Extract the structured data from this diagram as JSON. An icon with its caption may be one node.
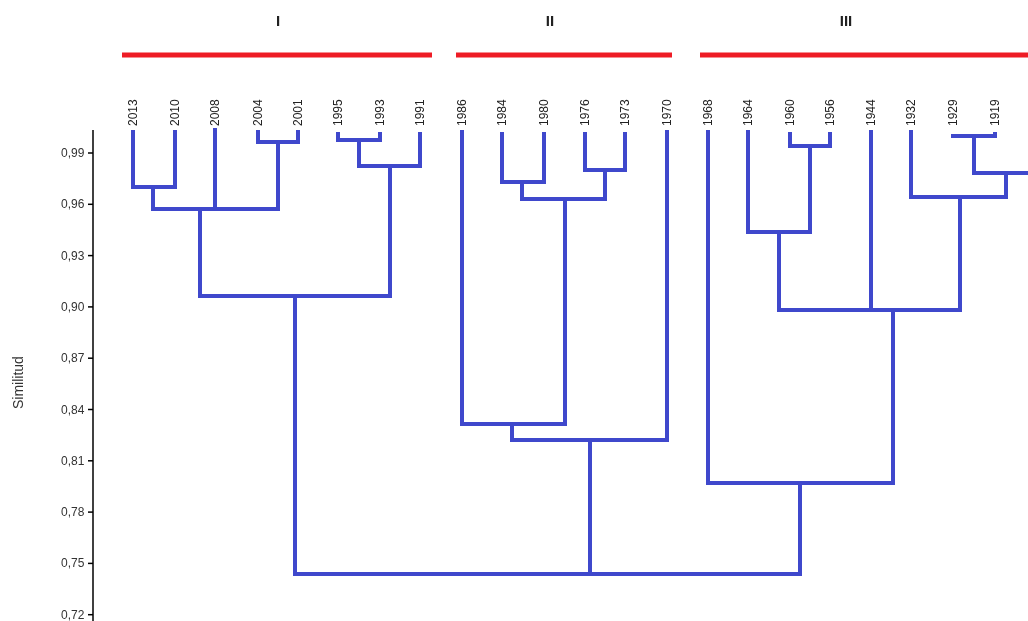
{
  "diagram": {
    "labels": [
      "I",
      "II",
      "III",
      "2013",
      "2010",
      "2008",
      "2004",
      "2001",
      "1995",
      "1993",
      "1991",
      "1986",
      "1984",
      "1980",
      "1976",
      "1973",
      "1970",
      "1968",
      "1964",
      "1960",
      "1956",
      "1944",
      "1932",
      "1929",
      "1919",
      "Similitud",
      "0,99",
      "0,96",
      "0,93",
      "0,90",
      "0,87",
      "0,84",
      "0,81",
      "0,78",
      "0,75",
      "0,72"
    ]
  }
}
